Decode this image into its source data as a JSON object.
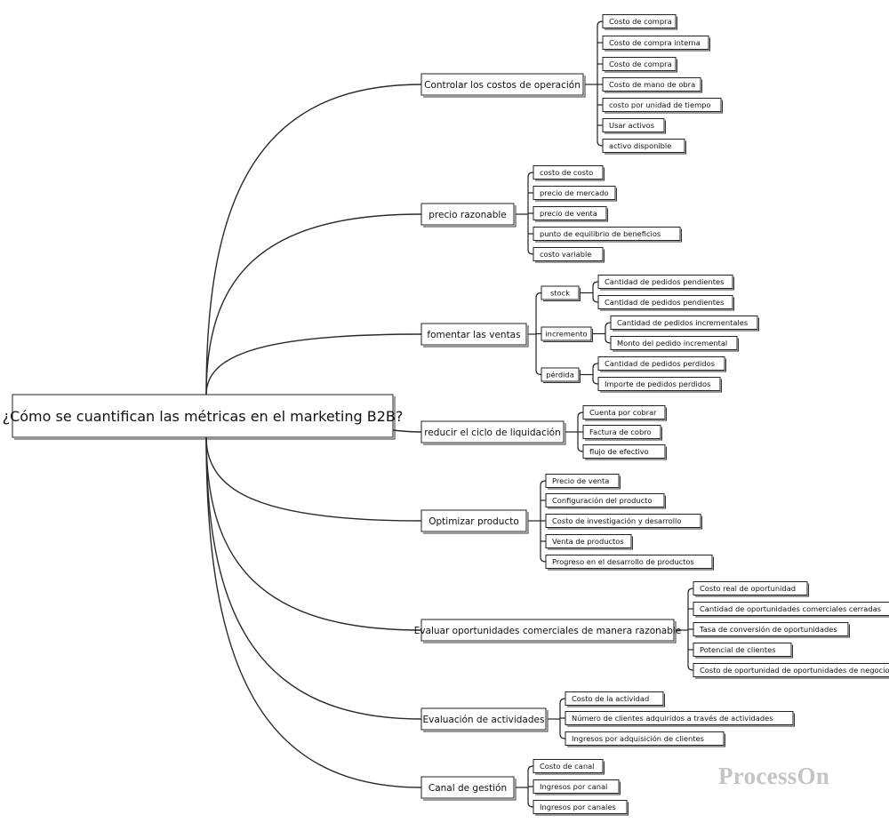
{
  "root": "¿Cómo se cuantifican las métricas en el marketing B2B?",
  "watermark": "ProcessOn",
  "branches": [
    {
      "label": "Controlar los costos de operación",
      "children": [
        {
          "label": "Costo de compra"
        },
        {
          "label": "Costo de compra interna"
        },
        {
          "label": "Costo de compra"
        },
        {
          "label": "Costo de mano de obra"
        },
        {
          "label": "costo por unidad de tiempo"
        },
        {
          "label": "Usar activos"
        },
        {
          "label": "activo disponible"
        }
      ]
    },
    {
      "label": "precio razonable",
      "children": [
        {
          "label": "costo de costo"
        },
        {
          "label": "precio de mercado"
        },
        {
          "label": "precio de venta"
        },
        {
          "label": "punto de equilibrio de beneficios"
        },
        {
          "label": "costo variable"
        }
      ]
    },
    {
      "label": "fomentar las ventas",
      "children": [
        {
          "label": "stock",
          "children": [
            {
              "label": "Cantidad de pedidos pendientes"
            },
            {
              "label": "Cantidad de pedidos pendientes"
            }
          ]
        },
        {
          "label": "incremento",
          "children": [
            {
              "label": "Cantidad de pedidos incrementales"
            },
            {
              "label": "Monto del pedido incremental"
            }
          ]
        },
        {
          "label": "pérdida",
          "children": [
            {
              "label": "Cantidad de pedidos perdidos"
            },
            {
              "label": "Importe de pedidos perdidos"
            }
          ]
        }
      ]
    },
    {
      "label": "reducir el ciclo de liquidación",
      "children": [
        {
          "label": "Cuenta por cobrar"
        },
        {
          "label": "Factura de cobro"
        },
        {
          "label": "flujo de efectivo"
        }
      ]
    },
    {
      "label": "Optimizar producto",
      "children": [
        {
          "label": "Precio de venta"
        },
        {
          "label": "Configuración del producto"
        },
        {
          "label": "Costo de investigación y desarrollo"
        },
        {
          "label": "Venta de productos"
        },
        {
          "label": "Progreso en el desarrollo de productos"
        }
      ]
    },
    {
      "label": "Evaluar oportunidades comerciales de manera razonable",
      "children": [
        {
          "label": "Costo real de oportunidad"
        },
        {
          "label": "Cantidad de oportunidades comerciales cerradas"
        },
        {
          "label": "Tasa de conversión de oportunidades"
        },
        {
          "label": "Potencial de clientes"
        },
        {
          "label": "Costo de oportunidad de oportunidades de negocio"
        }
      ]
    },
    {
      "label": "Evaluación de actividades",
      "children": [
        {
          "label": "Costo de la actividad"
        },
        {
          "label": "Número de clientes adquiridos a través de actividades"
        },
        {
          "label": "Ingresos por adquisición de clientes"
        }
      ]
    },
    {
      "label": "Canal de gestión",
      "children": [
        {
          "label": "Costo de canal"
        },
        {
          "label": "Ingresos por canal"
        },
        {
          "label": "Ingresos por canales"
        }
      ]
    }
  ]
}
